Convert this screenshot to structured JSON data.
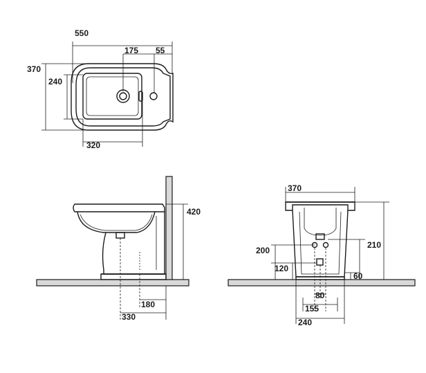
{
  "top_view": {
    "overall_length": "550",
    "overall_width": "370",
    "bowl_width": "240",
    "bowl_depth": "320",
    "drain_offset": "175",
    "tap_offset": "55"
  },
  "side_view": {
    "height": "420",
    "wall_to_outlet": "180",
    "wall_to_front": "330"
  },
  "front_view": {
    "top_width": "370",
    "supply_height": "200",
    "inlet_height": "210",
    "outlet_height": "120",
    "floor_clearance": "60",
    "outlet_spacing": "80",
    "supply_spacing": "155",
    "base_width": "240"
  }
}
